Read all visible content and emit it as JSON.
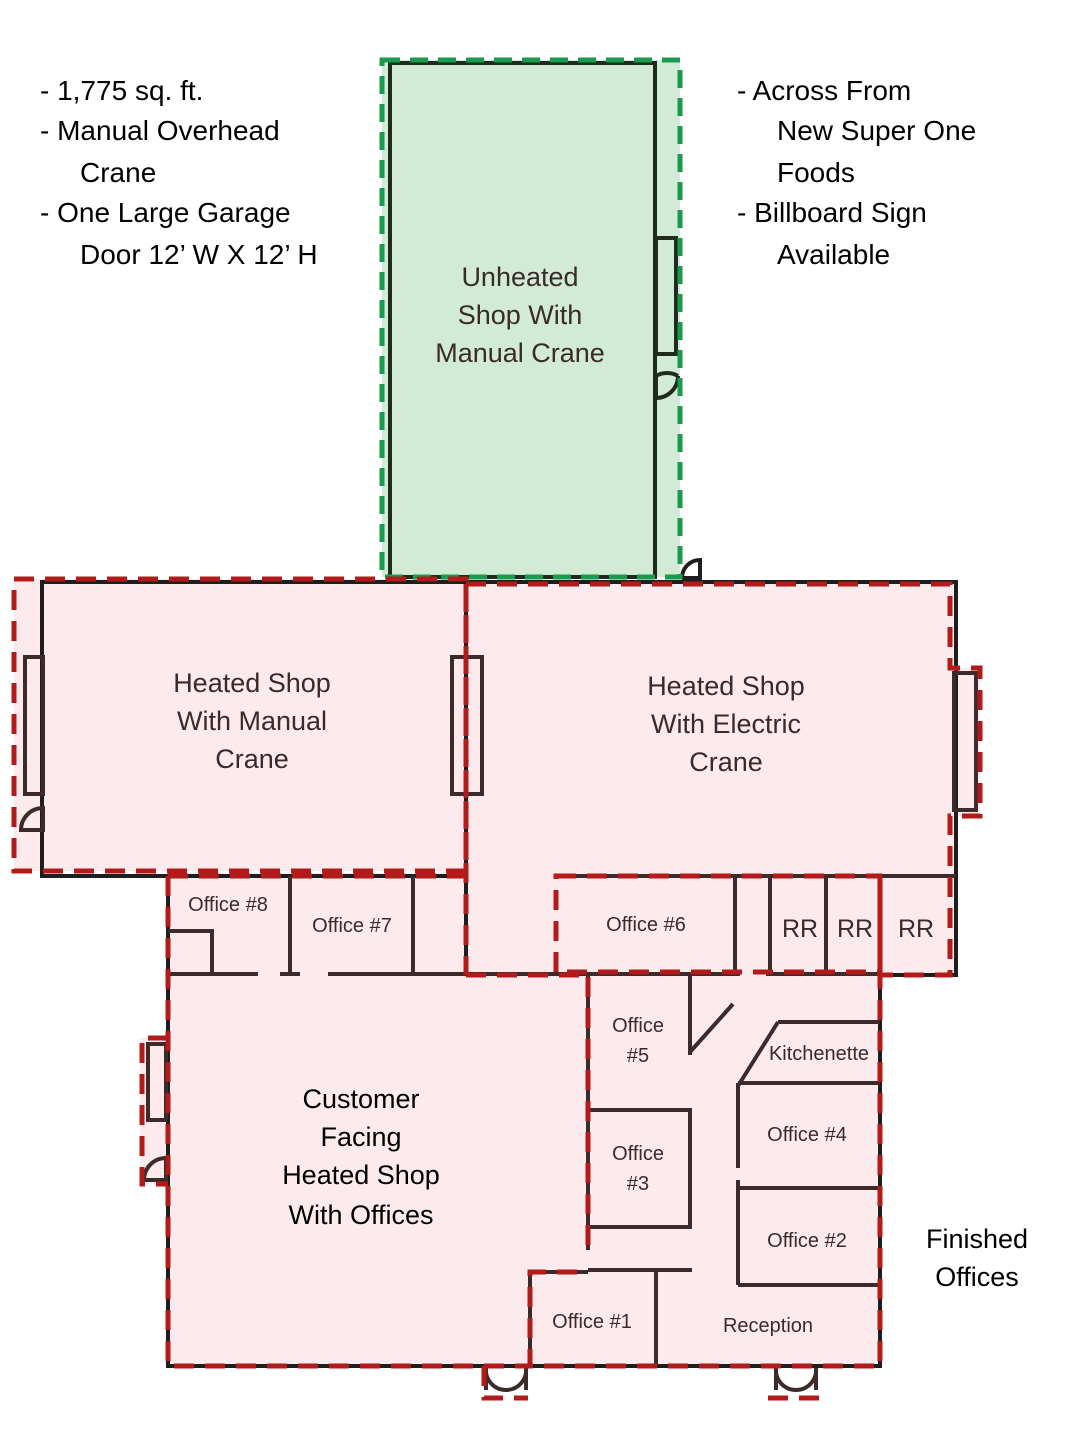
{
  "notes_left": [
    "- 1,775 sq. ft.",
    "- Manual Overhead",
    "Crane",
    "- One Large Garage",
    "Door 12’ W X 12’ H"
  ],
  "notes_right": [
    "- Across From",
    "New Super One",
    "Foods",
    "- Billboard Sign",
    "Available"
  ],
  "rooms": {
    "unheated_shop": [
      "Unheated",
      "Shop With",
      "Manual Crane"
    ],
    "heated_manual": [
      "Heated Shop",
      "With Manual",
      "Crane"
    ],
    "heated_electric": [
      "Heated Shop",
      "With Electric",
      "Crane"
    ],
    "customer": [
      "Customer",
      "Facing",
      "Heated Shop",
      "With Offices"
    ],
    "office8": "Office #8",
    "office7": "Office #7",
    "office6": "Office #6",
    "office5": [
      "Office",
      "#5"
    ],
    "office3": [
      "Office",
      "#3"
    ],
    "office4": "Office #4",
    "office2": "Office #2",
    "office1": "Office #1",
    "kitchenette": "Kitchenette",
    "reception": "Reception",
    "rr1": "RR",
    "rr2": "RR",
    "rr3": "RR"
  },
  "finished_offices": [
    "Finished",
    "Offices"
  ],
  "colors": {
    "unheated_fill": "#d1ebd6",
    "heated_fill": "#fdeaec",
    "red_dash": "#b31b1b",
    "green_dash": "#1a9a4c",
    "wall": "#3d2b2b"
  }
}
